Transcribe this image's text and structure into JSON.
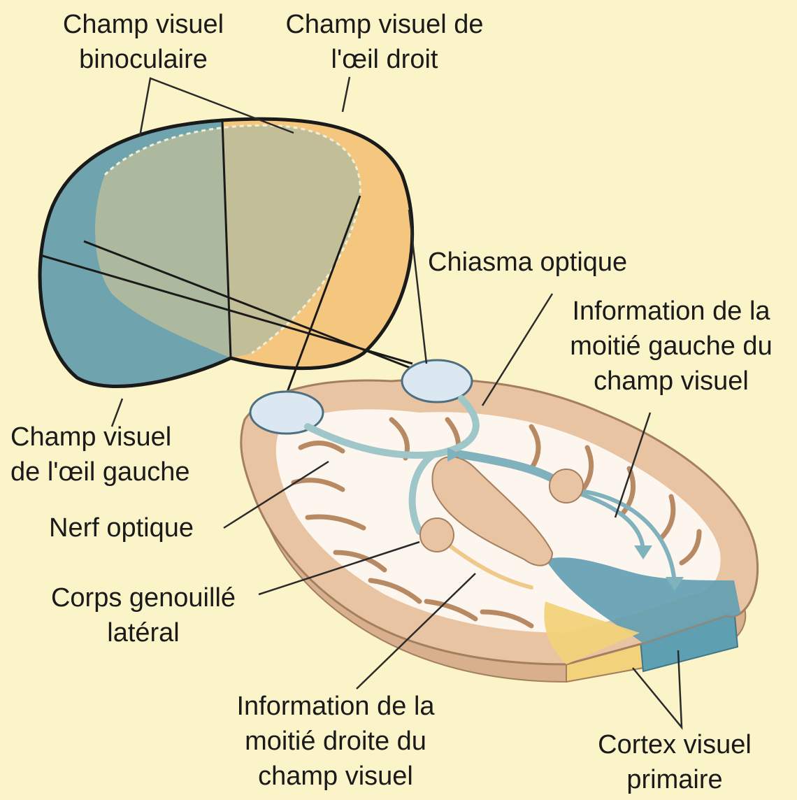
{
  "labels": {
    "binocular_field": [
      "Champ visuel",
      "binoculaire"
    ],
    "right_eye_field": [
      "Champ visuel de",
      "l'œil droit"
    ],
    "optic_chiasm": [
      "Chiasma optique"
    ],
    "left_half_info": [
      "Information de la",
      "moitié gauche du",
      "champ visuel"
    ],
    "left_eye_field": [
      "Champ visuel",
      "de l'œil gauche"
    ],
    "optic_nerve": [
      "Nerf optique"
    ],
    "lateral_geniculate": [
      "Corps genouillé",
      "latéral"
    ],
    "right_half_info": [
      "Information de la",
      "moitié droite du",
      "champ visuel"
    ],
    "primary_visual_cortex": [
      "Cortex visuel",
      "primaire"
    ]
  },
  "colors": {
    "background": "#fbf4c9",
    "left_field_blue": "#6fa3ad",
    "right_field_orange": "#f5c77e",
    "overlap_grey": "#b9bd9c",
    "brain_tissue": "#e8c4a2",
    "brain_inner": "#fdf6ee",
    "cortex_blue": "#5f9fb2",
    "cortex_yellow": "#f2d27a",
    "pathway": "#9fc7c9"
  }
}
